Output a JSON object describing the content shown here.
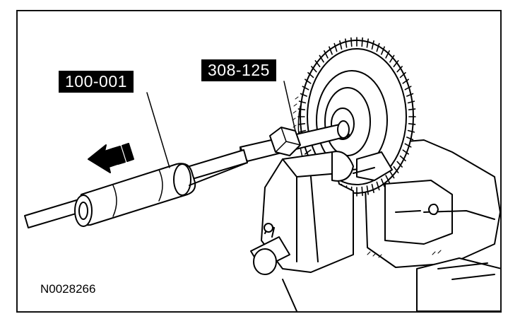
{
  "diagram": {
    "callouts": [
      {
        "id": "puller",
        "text": "100-001"
      },
      {
        "id": "adapter",
        "text": "308-125"
      }
    ],
    "figure_id": "N0028266",
    "icons": [
      "direction-arrow-icon",
      "sprocket",
      "slide-hammer",
      "puller-adapter",
      "vise"
    ]
  }
}
